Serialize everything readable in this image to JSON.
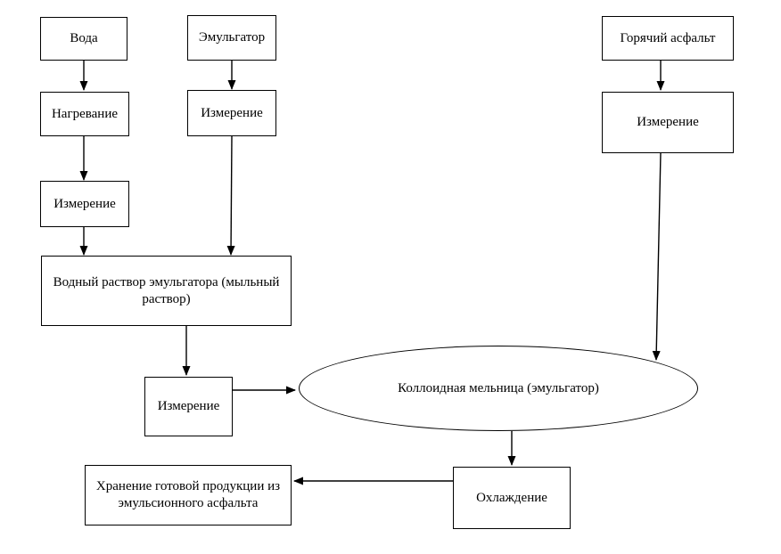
{
  "diagram": {
    "description": "Flowchart of emulsified asphalt production process",
    "language": "ru",
    "colors": {
      "line": "#000000",
      "background": "#ffffff",
      "text": "#000000"
    },
    "nodes": {
      "water": {
        "label": "Вода",
        "shape": "rect"
      },
      "heating": {
        "label": "Нагревание",
        "shape": "rect"
      },
      "measure_water": {
        "label": "Измерение",
        "shape": "rect"
      },
      "emulsifier": {
        "label": "Эмульгатор",
        "shape": "rect"
      },
      "measure_emuls": {
        "label": "Измерение",
        "shape": "rect"
      },
      "soap_solution": {
        "label": "Водный раствор эмульгатора (мыльный раствор)",
        "shape": "rect"
      },
      "measure_solution": {
        "label": "Измерение",
        "shape": "rect"
      },
      "hot_asphalt": {
        "label": "Горячий асфальт",
        "shape": "rect"
      },
      "measure_asphalt": {
        "label": "Измерение",
        "shape": "rect"
      },
      "colloid_mill": {
        "label": "Коллоидная мельница (эмульгатор)",
        "shape": "ellipse"
      },
      "cooling": {
        "label": "Охлаждение",
        "shape": "rect"
      },
      "storage": {
        "label": "Хранение готовой продукции из эмульсионного асфальта",
        "shape": "rect"
      }
    },
    "edges": [
      {
        "from": "water",
        "to": "heating"
      },
      {
        "from": "heating",
        "to": "measure_water"
      },
      {
        "from": "measure_water",
        "to": "soap_solution"
      },
      {
        "from": "emulsifier",
        "to": "measure_emuls"
      },
      {
        "from": "measure_emuls",
        "to": "soap_solution"
      },
      {
        "from": "soap_solution",
        "to": "measure_solution"
      },
      {
        "from": "measure_solution",
        "to": "colloid_mill"
      },
      {
        "from": "hot_asphalt",
        "to": "measure_asphalt"
      },
      {
        "from": "measure_asphalt",
        "to": "colloid_mill"
      },
      {
        "from": "colloid_mill",
        "to": "cooling"
      },
      {
        "from": "cooling",
        "to": "storage"
      }
    ]
  }
}
